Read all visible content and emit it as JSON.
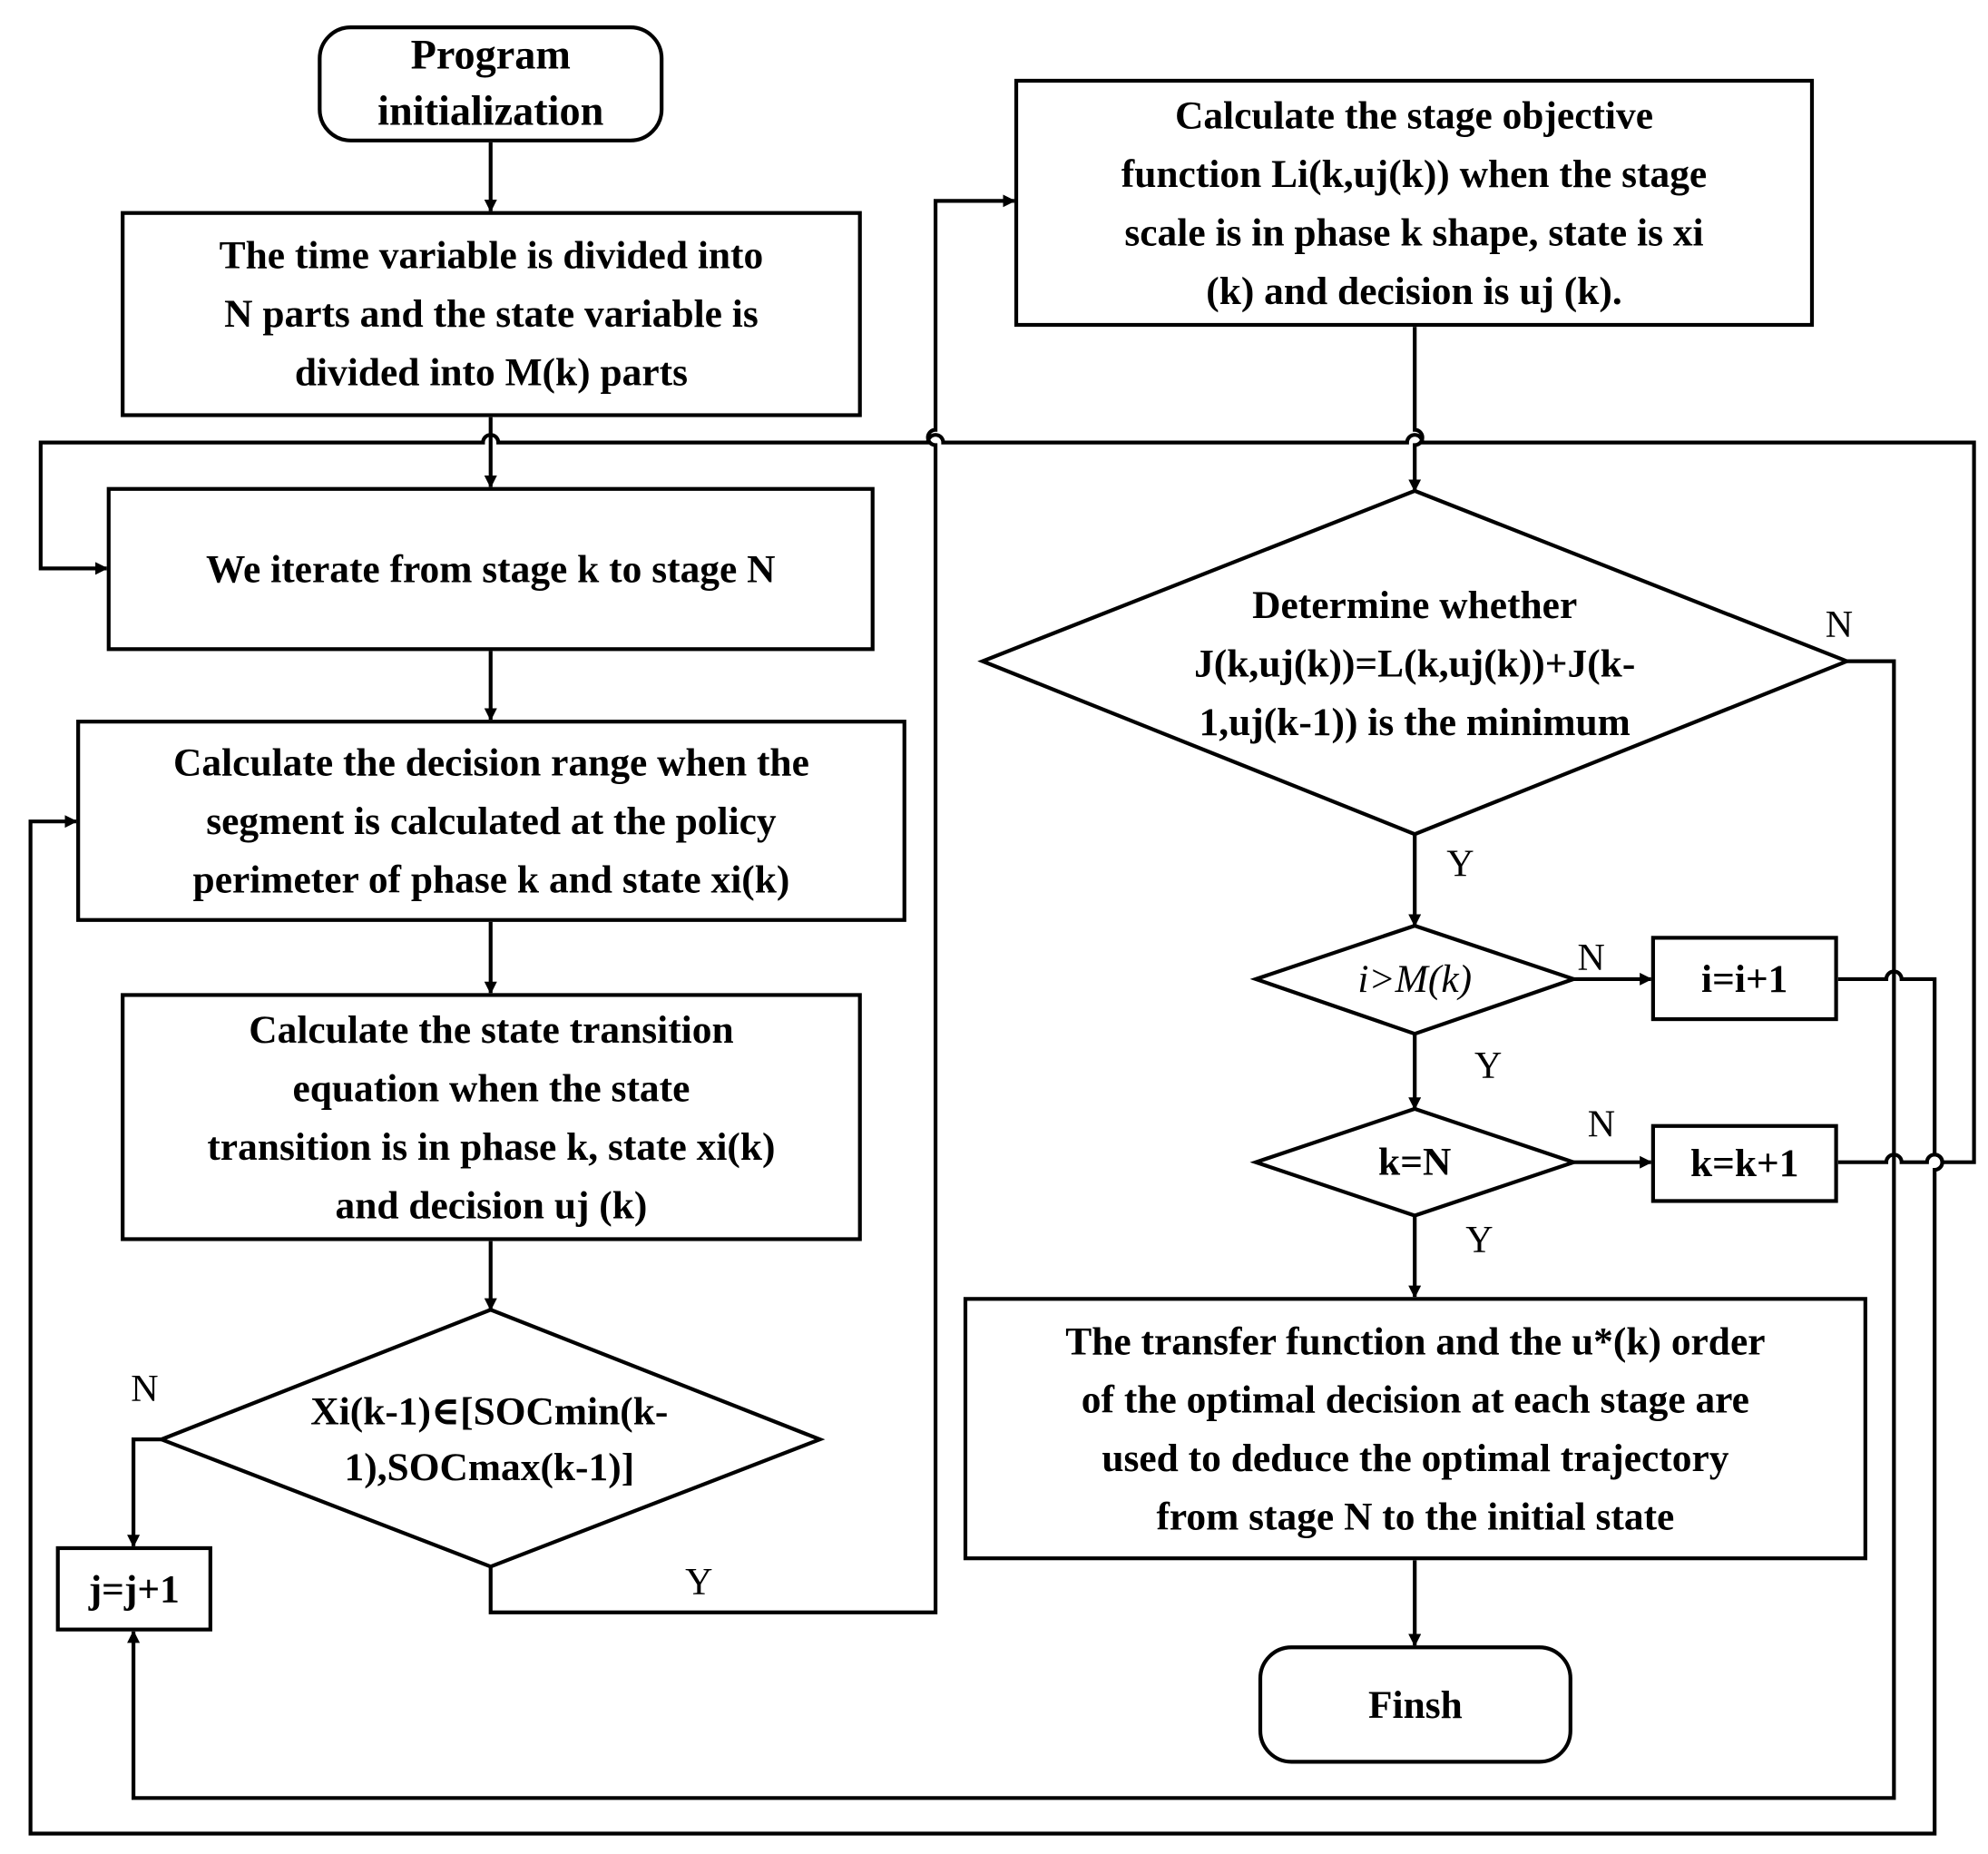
{
  "nodes": {
    "start": "Program\ninitialization",
    "divide": "The time variable is divided into\nN parts and the state variable is\ndivided into M(k) parts",
    "iterate": "We iterate from stage k to stage N",
    "decision_range": "Calculate the decision range when the\nsegment is calculated at the policy\nperimeter of phase k and state xi(k)",
    "state_transition": "Calculate the state transition\nequation when the state\ntransition is in phase k, state xi(k)\nand decision uj (k)",
    "soc_check": "Xi(k-1)∈[SOCmin(k-\n1),SOCmax(k-1)]",
    "j_increment": "j=j+1",
    "stage_objective": "Calculate the stage objective\nfunction Li(k,uj(k)) when the stage\nscale is in phase k shape, state is xi\n(k) and decision is uj (k).",
    "min_check": "Determine whether\nJ(k,uj(k))=L(k,uj(k))+J(k-\n1,uj(k-1)) is the minimum",
    "i_check": "i>M(k)",
    "i_increment": "i=i+1",
    "k_check": "k=N",
    "k_increment": "k=k+1",
    "transfer": "The transfer function and the u*(k) order\nof the optimal decision at each stage are\nused to deduce the optimal trajectory\nfrom stage N to the initial state",
    "finish": "Finsh"
  },
  "edge_labels": {
    "soc_no": "N",
    "soc_yes": "Y",
    "min_no": "N",
    "min_yes": "Y",
    "i_no": "N",
    "i_yes": "Y",
    "k_no": "N",
    "k_yes": "Y"
  }
}
